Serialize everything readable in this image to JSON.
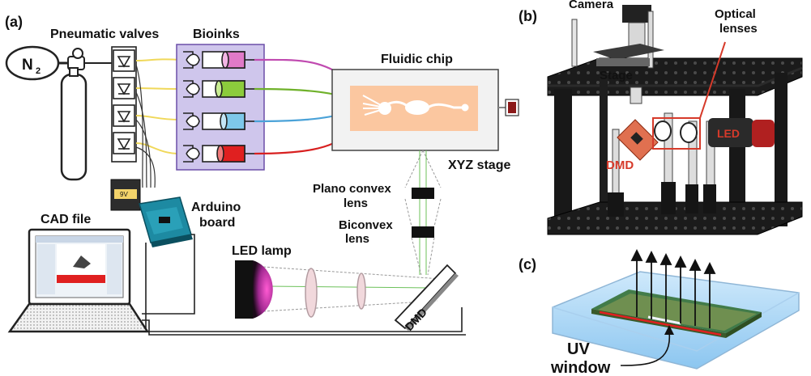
{
  "panels": {
    "a": "(a)",
    "b": "(b)",
    "c": "(c)"
  },
  "labels": {
    "n2": "N",
    "n2_sub": "2",
    "pneumatic_valves": "Pneumatic valves",
    "bioinks": "Bioinks",
    "fluidic_chip": "Fluidic chip",
    "xyz_stage": "XYZ stage",
    "plano_convex_1": "Plano convex",
    "plano_convex_2": "lens",
    "biconvex_1": "Biconvex",
    "biconvex_2": "lens",
    "arduino_1": "Arduino",
    "arduino_2": "board",
    "battery": "9V",
    "cad_file": "CAD file",
    "led_lamp": "LED lamp",
    "dmd": "DMD",
    "camera": "Camera",
    "optical_1": "Optical",
    "optical_2": "lenses",
    "stage": "Stage",
    "led_b": "LED",
    "dmd_b": "DMD",
    "uv_1": "UV",
    "uv_2": "window"
  },
  "colors": {
    "ink_pink": "#e07ac8",
    "ink_green": "#8ccc3c",
    "ink_blue": "#7ec8ea",
    "ink_red": "#e02020",
    "bioink_panel": "#cfc6ec",
    "chip_orange": "#fbc7a0",
    "accent_red": "#d63a2a"
  }
}
